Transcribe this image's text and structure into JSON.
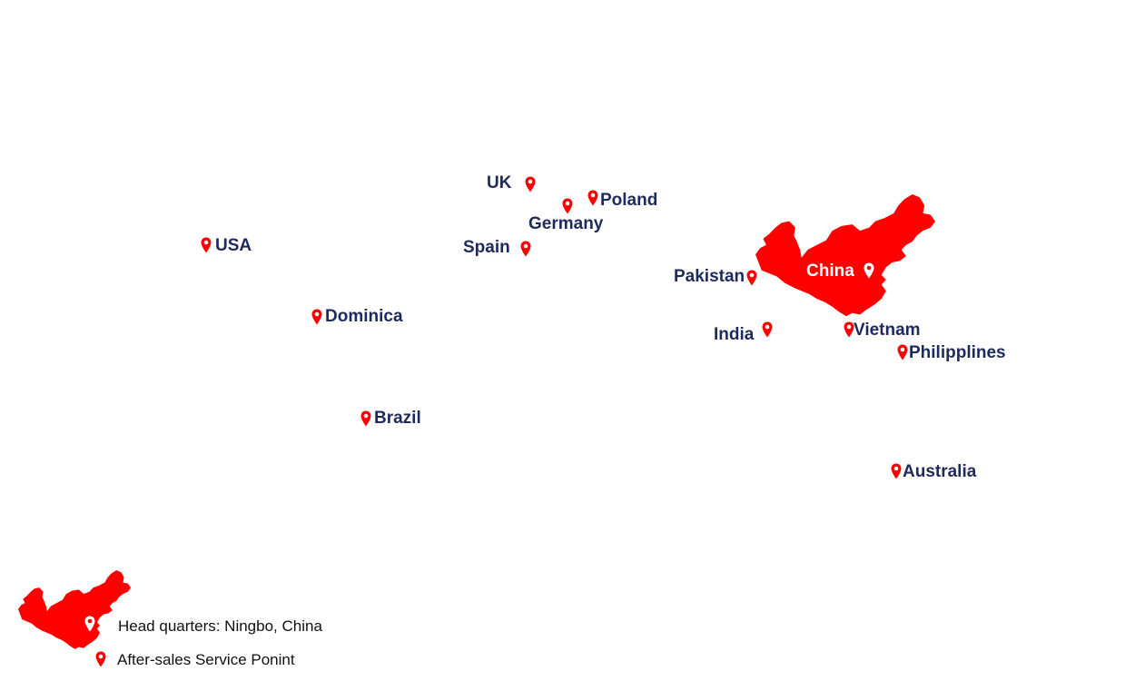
{
  "colors": {
    "accent": "#ff0000",
    "label": "#1f2a5c",
    "headquarters_label": "#ffffff"
  },
  "icons": {
    "service_point": "map-pin-icon",
    "headquarters": "china-silhouette-icon"
  },
  "locations": {
    "uk": "UK",
    "poland": "Poland",
    "germany": "Germany",
    "spain": "Spain",
    "usa": "USA",
    "dominica": "Dominica",
    "brazil": "Brazil",
    "pakistan": "Pakistan",
    "china": "China",
    "india": "India",
    "vietnam": "Vietnam",
    "philippines": "Philipplines",
    "australia": "Australia"
  },
  "legend": {
    "headquarters": "Head quarters: Ningbo, China",
    "service_point": "After-sales Service Ponint"
  }
}
